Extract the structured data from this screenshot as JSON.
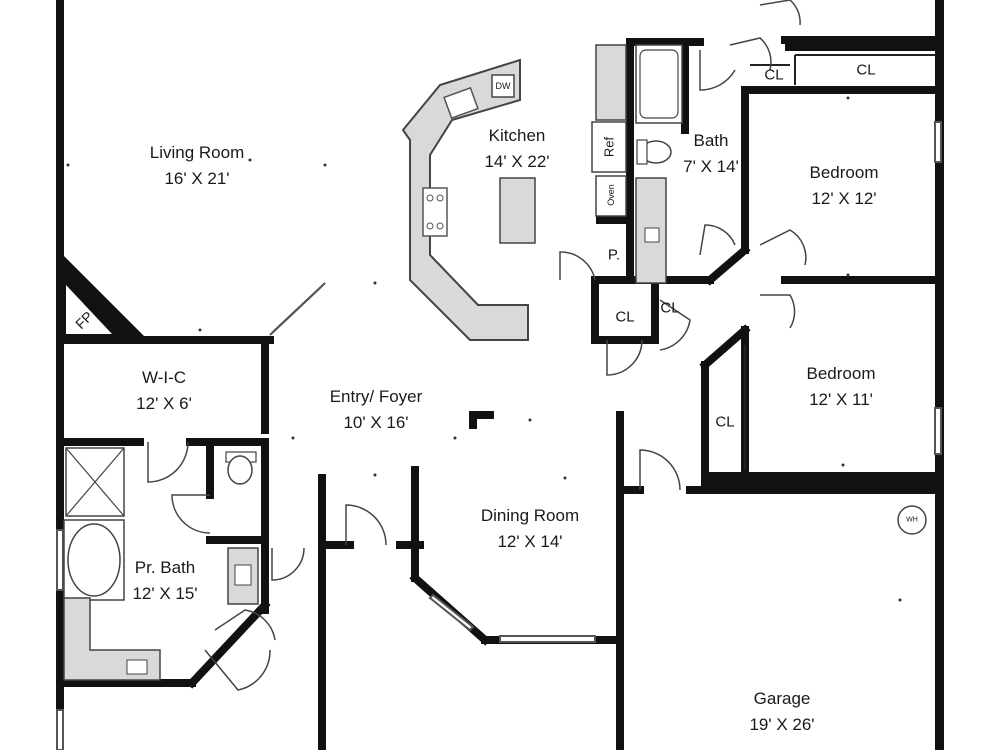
{
  "rooms": {
    "living": {
      "name": "Living Room",
      "dims": "16' X 21'"
    },
    "kitchen": {
      "name": "Kitchen",
      "dims": "14' X 22'"
    },
    "bath": {
      "name": "Bath",
      "dims": "7' X 14'"
    },
    "bedroom1": {
      "name": "Bedroom",
      "dims": "12' X 12'"
    },
    "bedroom2": {
      "name": "Bedroom",
      "dims": "12' X 11'"
    },
    "wic": {
      "name": "W-I-C",
      "dims": "12' X 6'"
    },
    "entry": {
      "name": "Entry/ Foyer",
      "dims": "10' X 16'"
    },
    "dining": {
      "name": "Dining Room",
      "dims": "12' X 14'"
    },
    "prbath": {
      "name": "Pr. Bath",
      "dims": "12' X 15'"
    },
    "garage": {
      "name": "Garage",
      "dims": "19' X 26'"
    }
  },
  "fixtures": {
    "ref": "Ref",
    "oven": "Oven",
    "dw": "DW",
    "pantry": "P.",
    "fp": "FP",
    "wh": "WH"
  },
  "closets": {
    "cl_top_small": "CL",
    "cl_top_large": "CL",
    "cl_hall": "CL",
    "cl_hall2": "CL",
    "cl_bedroom2": "CL"
  }
}
